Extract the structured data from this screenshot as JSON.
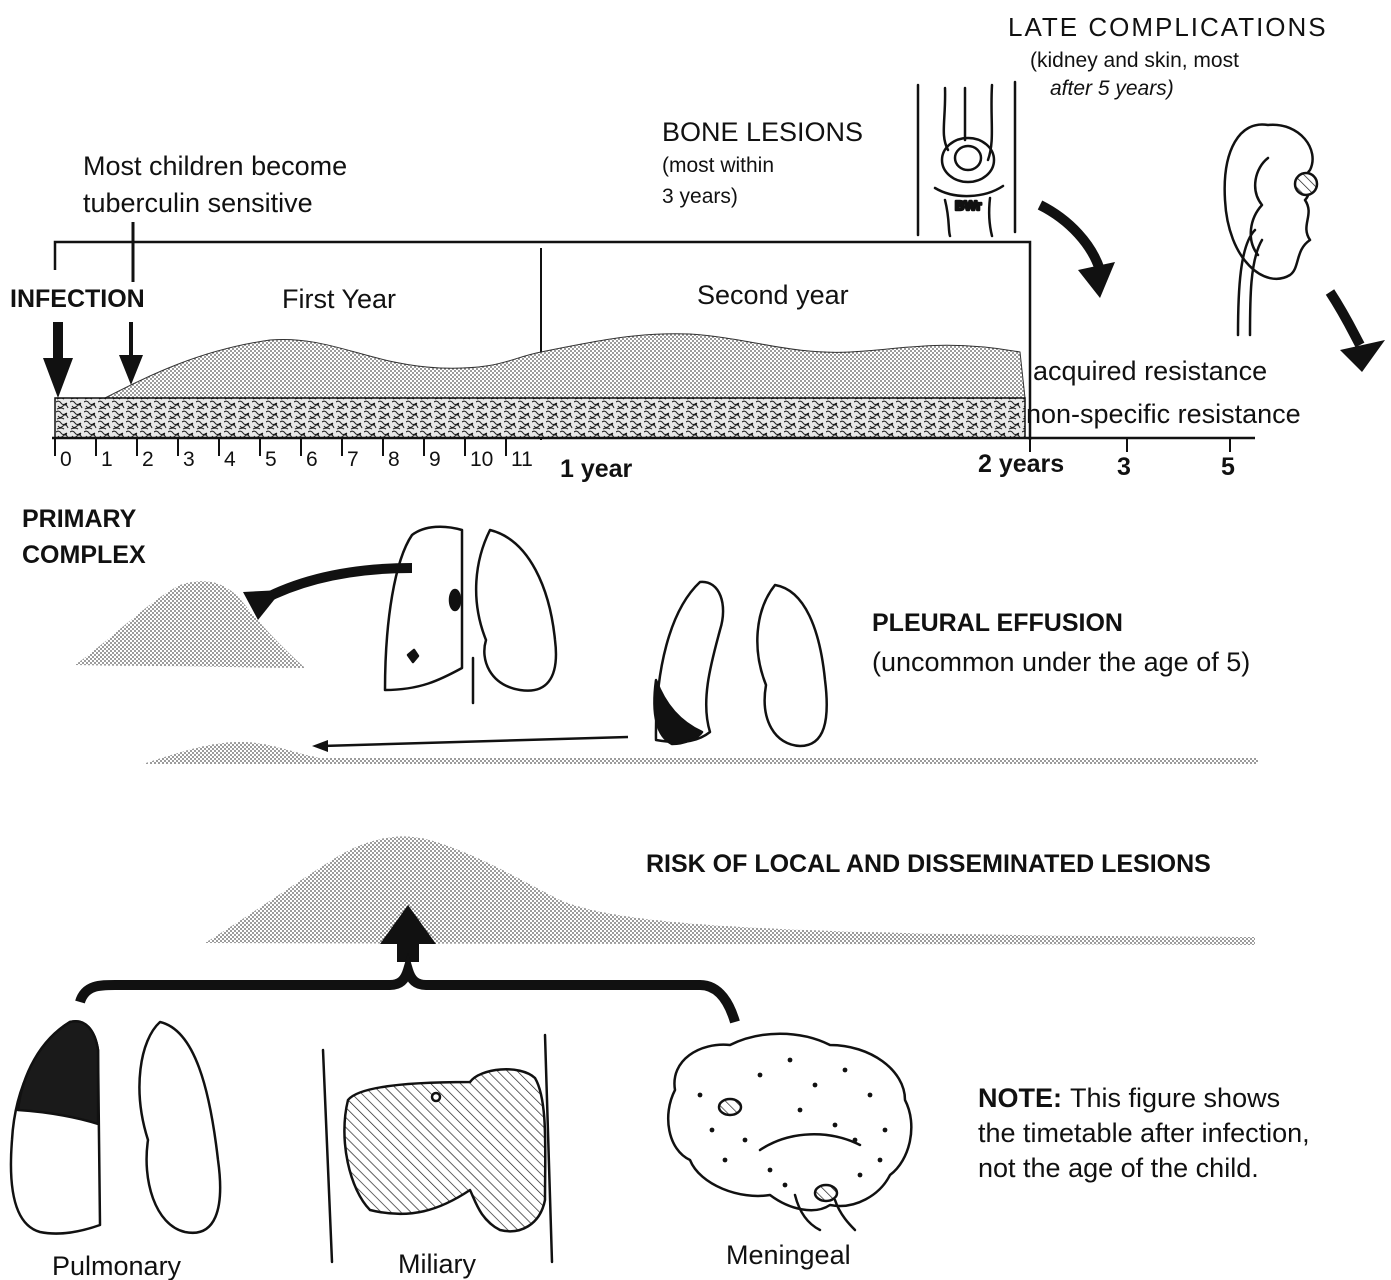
{
  "late_complications": {
    "title": "LATE COMPLICATIONS",
    "detail_line1": "(kidney and skin, most",
    "detail_line2": "after 5 years)"
  },
  "bone_lesions": {
    "title": "BONE LESIONS",
    "detail_line1": "(most within",
    "detail_line2": "3 years)"
  },
  "tuberculin": {
    "line1": "Most children become",
    "line2": "tuberculin sensitive"
  },
  "infection_label": "INFECTION",
  "timeline": {
    "first_year": "First Year",
    "second_year": "Second year",
    "acquired_resistance": "acquired resistance",
    "non_specific_resistance": "non-specific resistance",
    "month_ticks": [
      "0",
      "1",
      "2",
      "3",
      "4",
      "5",
      "6",
      "7",
      "8",
      "9",
      "10",
      "11"
    ],
    "year_ticks": {
      "one_year": "1 year",
      "two_years": "2 years",
      "three": "3",
      "five": "5"
    }
  },
  "primary_complex": {
    "line1": "PRIMARY",
    "line2": "COMPLEX"
  },
  "pleural_effusion": {
    "title": "PLEURAL EFFUSION",
    "detail": "(uncommon under the age of 5)"
  },
  "risk_label": "RISK OF LOCAL AND DISSEMINATED LESIONS",
  "note": {
    "label": "NOTE:",
    "line1": "This figure shows",
    "line2": "the timetable after infection,",
    "line3": "not the age of the child."
  },
  "lesion_types": {
    "pulmonary": "Pulmonary",
    "miliary": "Miliary",
    "meningeal": "Meningeal"
  },
  "colors": {
    "ink": "#111111",
    "stipple": "#8a8a8a",
    "background": "#ffffff"
  }
}
